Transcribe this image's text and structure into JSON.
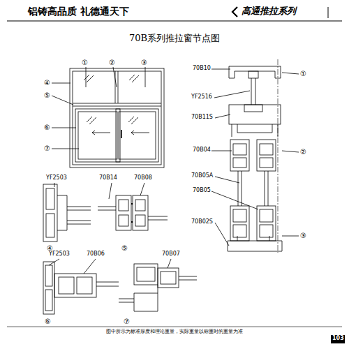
{
  "diagram": {
    "title": "70B系列推拉窗节点图",
    "caption": "图中所示为标准厚度和理论重量，实际重量以称重时的重量为准",
    "labels": [
      "铝铸高品质 礼德通天下",
      "高通推拉系列",
      "①",
      "②",
      "③",
      "④",
      "⑤",
      "⑥",
      "⑦",
      "70B10",
      "YF2516",
      "70B11S",
      "70B04",
      "70B05A",
      "70B05",
      "70B02S",
      "①",
      "②",
      "③",
      "YF2503",
      "70B14",
      "70B08",
      "④",
      "⑤",
      "YF2503",
      "70B06",
      "70B07",
      "⑥",
      "⑦",
      "103"
    ]
  }
}
